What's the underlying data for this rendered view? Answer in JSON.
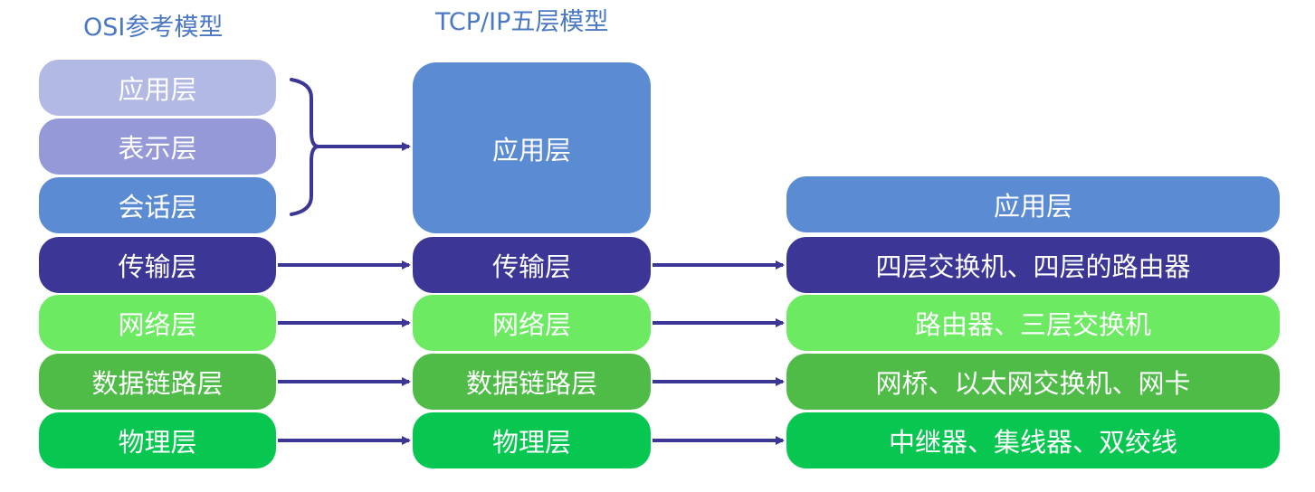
{
  "osi": {
    "title": "OSI参考模型",
    "layers": {
      "application": "应用层",
      "presentation": "表示层",
      "session": "会话层",
      "transport": "传输层",
      "network": "网络层",
      "data_link": "数据链路层",
      "physical": "物理层"
    }
  },
  "tcpip": {
    "title": "TCP/IP五层模型",
    "layers": {
      "application": "应用层",
      "transport": "传输层",
      "network": "网络层",
      "data_link": "数据链路层",
      "physical": "物理层"
    }
  },
  "devices": {
    "application": "应用层",
    "transport": "四层交换机、四层的路由器",
    "network": "路由器、三层交换机",
    "data_link": "网桥、以太网交换机、网卡",
    "physical": "中继器、集线器、双绞线"
  },
  "colors": {
    "title": "#4a78c4",
    "application": "#b3b9e5",
    "presentation": "#9599d8",
    "session": "#5b8bd3",
    "transport": "#3c3797",
    "network": "#6bea62",
    "data_link": "#4fbc47",
    "physical": "#07c750",
    "arrow": "#3c3797"
  }
}
